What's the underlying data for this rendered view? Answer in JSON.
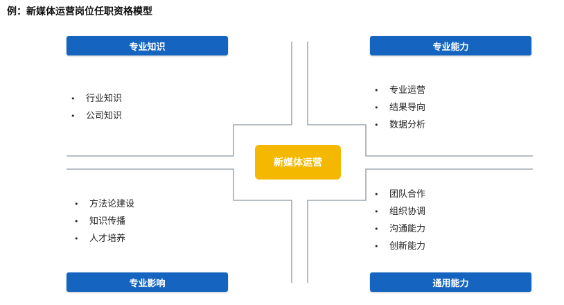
{
  "title": "例：新媒体运营岗位任职资格模型",
  "colors": {
    "banner": "#1565c0",
    "center": "#f5b800",
    "line": "#8c96a0"
  },
  "center": {
    "label": "新媒体运营"
  },
  "quadrants": {
    "top_left": {
      "header": "专业知识",
      "items": [
        "行业知识",
        "公司知识"
      ]
    },
    "top_right": {
      "header": "专业能力",
      "items": [
        "专业运营",
        "结果导向",
        "数据分析"
      ]
    },
    "bottom_left": {
      "header": "专业影响",
      "items": [
        "方法论建设",
        "知识传播",
        "人才培养"
      ]
    },
    "bottom_right": {
      "header": "通用能力",
      "items": [
        "团队合作",
        "组织协调",
        "沟通能力",
        "创新能力"
      ]
    }
  }
}
